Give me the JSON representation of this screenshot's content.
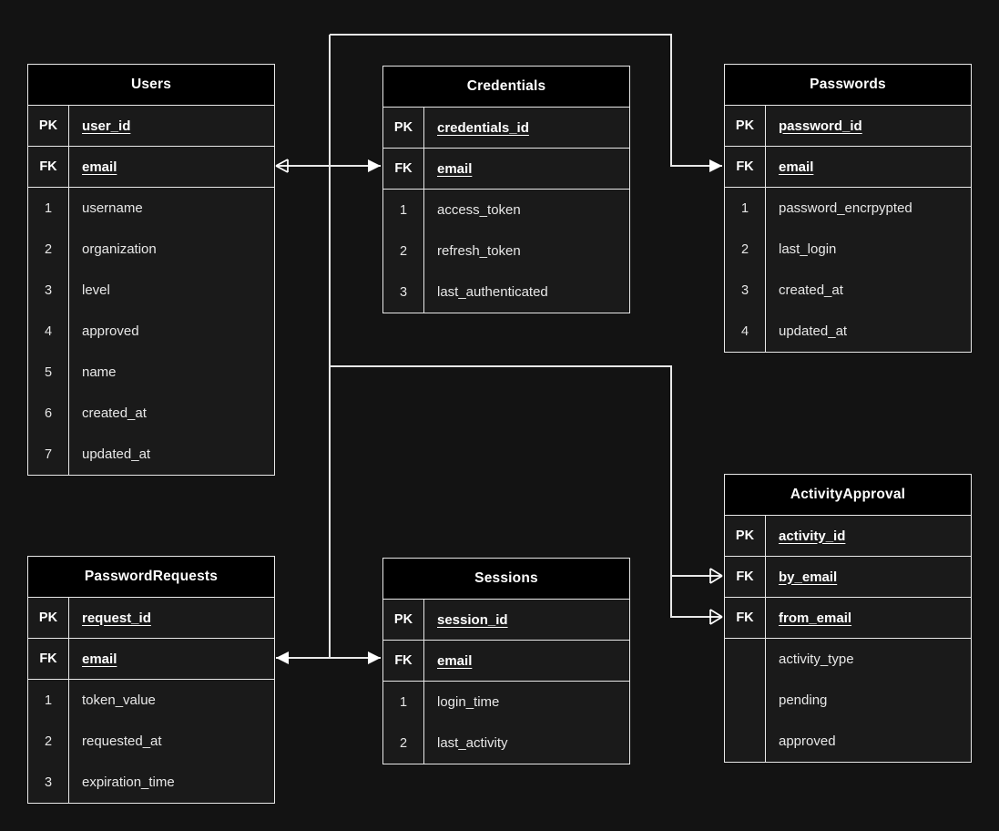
{
  "diagram": {
    "type": "entity-relationship-diagram",
    "background_color": "#131313",
    "line_color": "#e8e8e8",
    "text_color": "#e8e8e8",
    "header_color": "#000000",
    "row_color": "#1a1a1a"
  },
  "entities": [
    {
      "id": "users",
      "title": "Users",
      "rows": [
        {
          "key": "PK",
          "name": "user_id",
          "is_key": true
        },
        {
          "key": "FK",
          "name": "email",
          "is_key": true
        },
        {
          "key": "1",
          "name": "username",
          "is_key": false
        },
        {
          "key": "2",
          "name": "organization",
          "is_key": false
        },
        {
          "key": "3",
          "name": "level",
          "is_key": false
        },
        {
          "key": "4",
          "name": "approved",
          "is_key": false
        },
        {
          "key": "5",
          "name": "name",
          "is_key": false
        },
        {
          "key": "6",
          "name": "created_at",
          "is_key": false
        },
        {
          "key": "7",
          "name": "updated_at",
          "is_key": false
        }
      ]
    },
    {
      "id": "credentials",
      "title": "Credentials",
      "rows": [
        {
          "key": "PK",
          "name": "credentials_id",
          "is_key": true
        },
        {
          "key": "FK",
          "name": "email",
          "is_key": true
        },
        {
          "key": "1",
          "name": "access_token",
          "is_key": false
        },
        {
          "key": "2",
          "name": "refresh_token",
          "is_key": false
        },
        {
          "key": "3",
          "name": "last_authenticated",
          "is_key": false
        }
      ]
    },
    {
      "id": "passwords",
      "title": "Passwords",
      "rows": [
        {
          "key": "PK",
          "name": "password_id",
          "is_key": true
        },
        {
          "key": "FK",
          "name": "email",
          "is_key": true
        },
        {
          "key": "1",
          "name": "password_encrpypted",
          "is_key": false
        },
        {
          "key": "2",
          "name": "last_login",
          "is_key": false
        },
        {
          "key": "3",
          "name": "created_at",
          "is_key": false
        },
        {
          "key": "4",
          "name": "updated_at",
          "is_key": false
        }
      ]
    },
    {
      "id": "activityapproval",
      "title": "ActivityApproval",
      "rows": [
        {
          "key": "PK",
          "name": "activity_id",
          "is_key": true
        },
        {
          "key": "FK",
          "name": "by_email",
          "is_key": true
        },
        {
          "key": "FK",
          "name": "from_email",
          "is_key": true
        },
        {
          "key": "",
          "name": "activity_type",
          "is_key": false
        },
        {
          "key": "",
          "name": "pending",
          "is_key": false
        },
        {
          "key": "",
          "name": "approved",
          "is_key": false
        }
      ]
    },
    {
      "id": "passwordrequests",
      "title": "PasswordRequests",
      "rows": [
        {
          "key": "PK",
          "name": "request_id",
          "is_key": true
        },
        {
          "key": "FK",
          "name": "email",
          "is_key": true
        },
        {
          "key": "1",
          "name": "token_value",
          "is_key": false
        },
        {
          "key": "2",
          "name": "requested_at",
          "is_key": false
        },
        {
          "key": "3",
          "name": "expiration_time",
          "is_key": false
        }
      ]
    },
    {
      "id": "sessions",
      "title": "Sessions",
      "rows": [
        {
          "key": "PK",
          "name": "session_id",
          "is_key": true
        },
        {
          "key": "FK",
          "name": "email",
          "is_key": true
        },
        {
          "key": "1",
          "name": "login_time",
          "is_key": false
        },
        {
          "key": "2",
          "name": "last_activity",
          "is_key": false
        }
      ]
    }
  ],
  "relationships": [
    {
      "from": "users.email",
      "to": "credentials.email",
      "from_marker": "crowsfoot",
      "to_marker": "arrow"
    },
    {
      "from": "users.email",
      "to": "passwords.email",
      "from_marker": "none",
      "to_marker": "arrow"
    },
    {
      "from": "users.email",
      "to": "sessions.email",
      "from_marker": "none",
      "to_marker": "arrow"
    },
    {
      "from": "users.email",
      "to": "activityapproval.by_email",
      "from_marker": "none",
      "to_marker": "crowsfoot"
    },
    {
      "from": "users.email",
      "to": "activityapproval.from_email",
      "from_marker": "none",
      "to_marker": "crowsfoot"
    },
    {
      "from": "passwordrequests.email",
      "to": "sessions.email",
      "from_marker": "arrow",
      "to_marker": "arrow"
    }
  ]
}
